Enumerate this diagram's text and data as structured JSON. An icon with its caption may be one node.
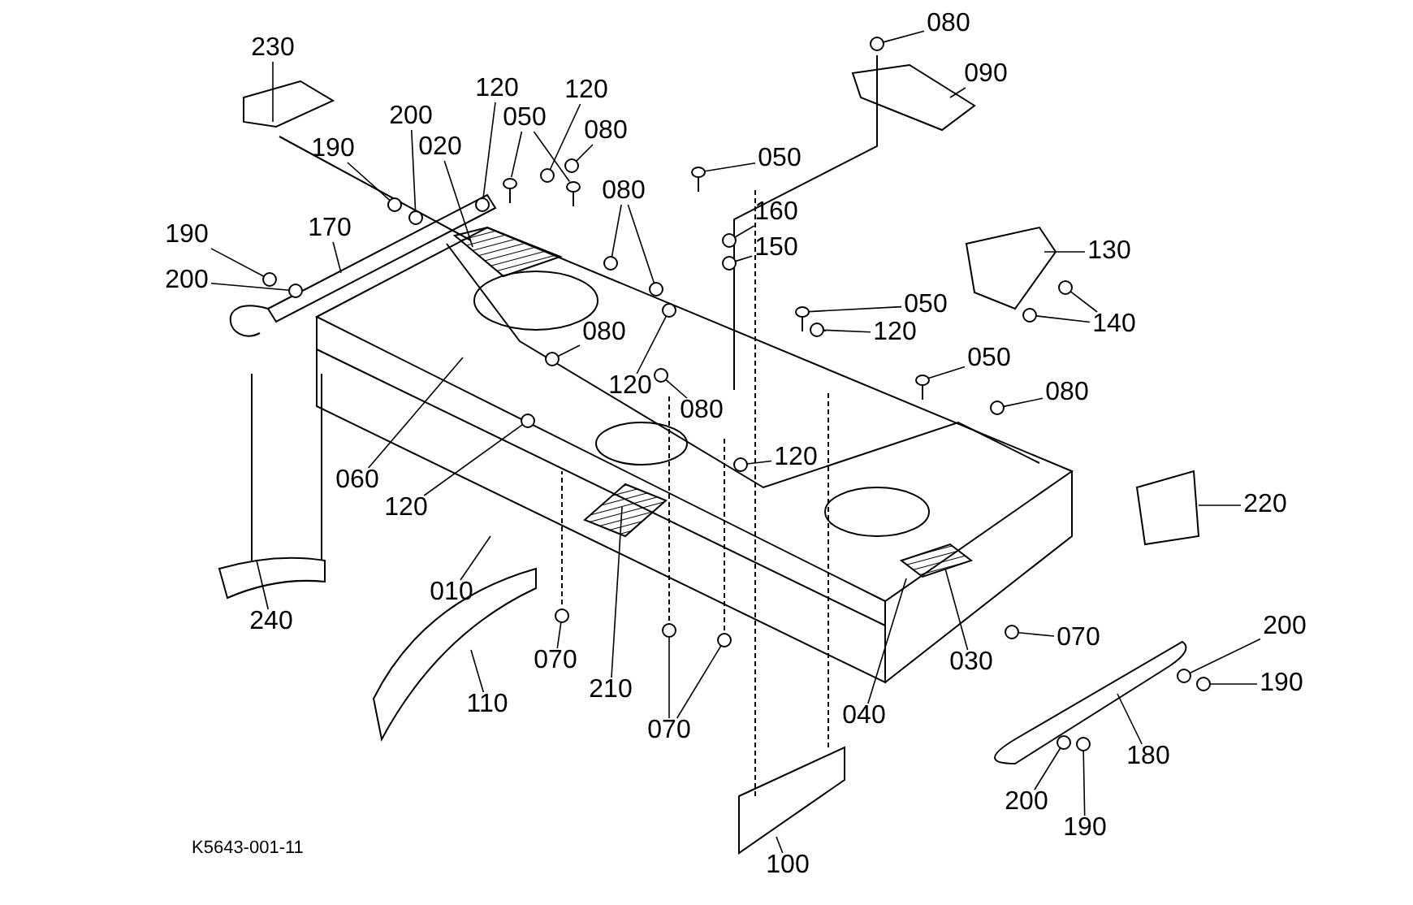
{
  "diagram": {
    "nodes": [
      {
        "text": [
          "230"
        ]
      },
      {
        "text": [
          "120"
        ]
      },
      {
        "text": [
          "120"
        ]
      },
      {
        "text": [
          "200"
        ]
      },
      {
        "text": [
          "050"
        ]
      },
      {
        "text": [
          "080"
        ]
      },
      {
        "text": [
          "190"
        ]
      },
      {
        "text": [
          "020"
        ]
      },
      {
        "text": [
          "080"
        ]
      },
      {
        "text": [
          "170"
        ]
      },
      {
        "text": [
          "190"
        ]
      },
      {
        "text": [
          "200"
        ]
      },
      {
        "text": [
          "080"
        ]
      },
      {
        "text": [
          "120"
        ]
      },
      {
        "text": [
          "080"
        ]
      },
      {
        "text": [
          "060"
        ]
      },
      {
        "text": [
          "120"
        ]
      },
      {
        "text": [
          "010"
        ]
      },
      {
        "text": [
          "240"
        ]
      },
      {
        "text": [
          "110"
        ]
      },
      {
        "text": [
          "070"
        ]
      },
      {
        "text": [
          "210"
        ]
      },
      {
        "text": [
          "070"
        ]
      },
      {
        "text": [
          "080"
        ]
      },
      {
        "text": [
          "090"
        ]
      },
      {
        "text": [
          "050"
        ]
      },
      {
        "text": [
          "160"
        ]
      },
      {
        "text": [
          "150"
        ]
      },
      {
        "text": [
          "050"
        ]
      },
      {
        "text": [
          "120"
        ]
      },
      {
        "text": [
          "130"
        ]
      },
      {
        "text": [
          "140"
        ]
      },
      {
        "text": [
          "050"
        ]
      },
      {
        "text": [
          "080"
        ]
      },
      {
        "text": [
          "120"
        ]
      },
      {
        "text": [
          "220"
        ]
      },
      {
        "text": [
          "070"
        ]
      },
      {
        "text": [
          "030"
        ]
      },
      {
        "text": [
          "040"
        ]
      },
      {
        "text": [
          "200"
        ]
      },
      {
        "text": [
          "190"
        ]
      },
      {
        "text": [
          "180"
        ]
      },
      {
        "text": [
          "200"
        ]
      },
      {
        "text": [
          "190"
        ]
      },
      {
        "text": [
          "100"
        ]
      },
      {
        "text": [],
        "shape": "circle"
      },
      {
        "text": [],
        "shape": "circle"
      },
      {
        "text": [],
        "shape": "circle"
      },
      {
        "text": [],
        "shape": "knob"
      },
      {
        "text": [],
        "shape": "knob"
      },
      {
        "text": [],
        "shape": "circle"
      },
      {
        "text": [],
        "shape": "circle"
      },
      {
        "text": [],
        "shape": "circle"
      },
      {
        "text": [],
        "shape": "circle"
      },
      {
        "text": [],
        "shape": "circle"
      },
      {
        "text": [],
        "shape": "circle"
      },
      {
        "text": [],
        "shape": "circle"
      },
      {
        "text": [],
        "shape": "circle"
      },
      {
        "text": [],
        "shape": "circle"
      },
      {
        "text": [],
        "shape": "circle"
      },
      {
        "text": [],
        "shape": "circle"
      },
      {
        "text": [],
        "shape": "circle"
      },
      {
        "text": [],
        "shape": "circle"
      },
      {
        "text": [],
        "shape": "circle"
      },
      {
        "text": [],
        "shape": "circle"
      },
      {
        "text": [],
        "shape": "circle"
      },
      {
        "text": [],
        "shape": "knob"
      },
      {
        "text": [],
        "shape": "circle"
      },
      {
        "text": [],
        "shape": "circle"
      },
      {
        "text": [],
        "shape": "circle"
      },
      {
        "text": [],
        "shape": "knob"
      },
      {
        "text": [],
        "shape": "circle"
      },
      {
        "text": [],
        "shape": "circle"
      },
      {
        "text": [],
        "shape": "circle"
      },
      {
        "text": [],
        "shape": "circle"
      },
      {
        "text": [],
        "shape": "circle"
      },
      {
        "text": [],
        "shape": "circle"
      },
      {
        "text": [],
        "shape": "circle"
      },
      {
        "text": [],
        "shape": "knob"
      }
    ],
    "edges": [
      {
        "from": 0,
        "to": null,
        "arrow": "none"
      },
      {
        "from": 1,
        "to": 45,
        "arrow": "none"
      },
      {
        "from": 2,
        "to": 46,
        "arrow": "none"
      },
      {
        "from": 3,
        "to": 47,
        "arrow": "none"
      },
      {
        "from": 4,
        "to": 48,
        "arrow": "none"
      },
      {
        "from": 4,
        "to": 49,
        "arrow": "none"
      },
      {
        "from": 5,
        "to": 50,
        "arrow": "none"
      },
      {
        "from": 6,
        "to": 51,
        "arrow": "none"
      },
      {
        "from": 7,
        "to": null,
        "arrow": "none"
      },
      {
        "from": 8,
        "to": 52,
        "arrow": "none"
      },
      {
        "from": 8,
        "to": 53,
        "arrow": "none"
      },
      {
        "from": 9,
        "to": null,
        "arrow": "none"
      },
      {
        "from": 10,
        "to": 54,
        "arrow": "none"
      },
      {
        "from": 11,
        "to": 55,
        "arrow": "none"
      },
      {
        "from": 12,
        "to": 56,
        "arrow": "none"
      },
      {
        "from": 13,
        "to": 57,
        "arrow": "none"
      },
      {
        "from": 14,
        "to": 58,
        "arrow": "none"
      },
      {
        "from": 15,
        "to": null,
        "arrow": "none"
      },
      {
        "from": 16,
        "to": 59,
        "arrow": "none"
      },
      {
        "from": 17,
        "to": null,
        "arrow": "none"
      },
      {
        "from": 18,
        "to": null,
        "arrow": "none"
      },
      {
        "from": 19,
        "to": null,
        "arrow": "none"
      },
      {
        "from": 20,
        "to": 60,
        "arrow": "none"
      },
      {
        "from": 21,
        "to": null,
        "arrow": "none"
      },
      {
        "from": 22,
        "to": 61,
        "arrow": "none"
      },
      {
        "from": 22,
        "to": 62,
        "arrow": "none"
      },
      {
        "from": 23,
        "to": 63,
        "arrow": "none"
      },
      {
        "from": 24,
        "to": null,
        "arrow": "none"
      },
      {
        "from": 25,
        "to": 78,
        "arrow": "none"
      },
      {
        "from": 26,
        "to": 64,
        "arrow": "none"
      },
      {
        "from": 27,
        "to": 65,
        "arrow": "none"
      },
      {
        "from": 28,
        "to": 66,
        "arrow": "none"
      },
      {
        "from": 29,
        "to": 67,
        "arrow": "none"
      },
      {
        "from": 30,
        "to": null,
        "arrow": "none"
      },
      {
        "from": 31,
        "to": 68,
        "arrow": "none"
      },
      {
        "from": 31,
        "to": 69,
        "arrow": "none"
      },
      {
        "from": 32,
        "to": 70,
        "arrow": "none"
      },
      {
        "from": 33,
        "to": 71,
        "arrow": "none"
      },
      {
        "from": 34,
        "to": 72,
        "arrow": "none"
      },
      {
        "from": 35,
        "to": null,
        "arrow": "none"
      },
      {
        "from": 36,
        "to": 73,
        "arrow": "none"
      },
      {
        "from": 37,
        "to": null,
        "arrow": "none"
      },
      {
        "from": 38,
        "to": null,
        "arrow": "none"
      },
      {
        "from": 39,
        "to": 74,
        "arrow": "none"
      },
      {
        "from": 40,
        "to": 75,
        "arrow": "none"
      },
      {
        "from": 41,
        "to": null,
        "arrow": "none"
      },
      {
        "from": 42,
        "to": 76,
        "arrow": "none"
      },
      {
        "from": 43,
        "to": 77,
        "arrow": "none"
      },
      {
        "from": 44,
        "to": null,
        "arrow": "none"
      }
    ],
    "labels": [
      "K5643-001-11"
    ]
  }
}
